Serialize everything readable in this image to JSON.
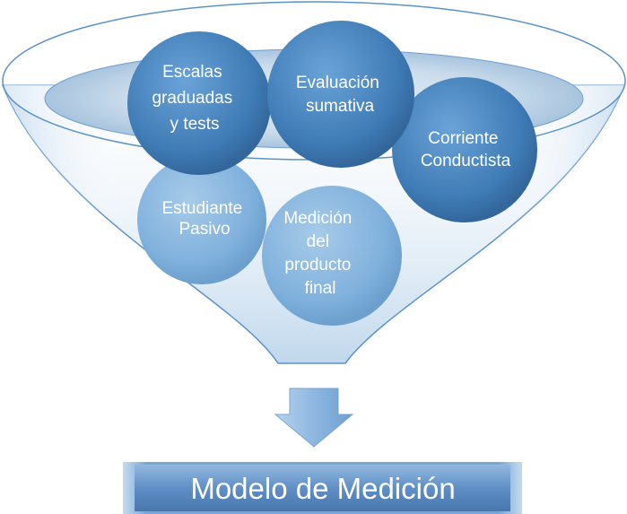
{
  "diagram": {
    "type": "funnel",
    "circles": [
      {
        "id": "escalas",
        "lines": [
          "Escalas",
          "graduadas",
          "y tests"
        ]
      },
      {
        "id": "evaluacion",
        "lines": [
          "Evaluación",
          "sumativa"
        ]
      },
      {
        "id": "corriente",
        "lines": [
          "Corriente",
          "Conductista"
        ]
      },
      {
        "id": "estudiante",
        "lines": [
          "Estudiante",
          "Pasivo"
        ]
      },
      {
        "id": "medicion",
        "lines": [
          "Medición",
          "del",
          "producto",
          "final"
        ]
      }
    ],
    "result": {
      "label": "Modelo de Medición"
    }
  },
  "colors": {
    "circle_dark": "#3f7bb5",
    "circle_light": "#7fb0dc",
    "funnel_fill": "#d6e6f3",
    "funnel_stroke": "#5b93c9",
    "arrow": "#9fc2e3",
    "box_dark": "#4b7fb8",
    "box_light": "#a9c8e6"
  }
}
